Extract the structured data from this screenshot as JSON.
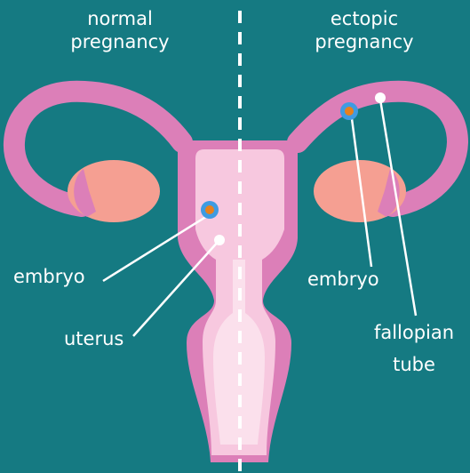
{
  "titles": {
    "normal": [
      "normal",
      "pregnancy"
    ],
    "ectopic": [
      "ectopic",
      "pregnancy"
    ]
  },
  "labels": {
    "embryo_left": "embryo",
    "uterus": "uterus",
    "embryo_right": "embryo",
    "fallopian_tube": [
      "fallopian",
      "tube"
    ]
  },
  "colors": {
    "background": "#157a82",
    "uterus_body": "#dc7fb8",
    "uterus_inner": "#f7c8df",
    "uterus_lumen": "#fbe0ec",
    "ovary": "#f59f92",
    "embryo_ring": "#3f9be2",
    "embryo_core": "#e8801c",
    "leader_line": "#ffffff"
  }
}
